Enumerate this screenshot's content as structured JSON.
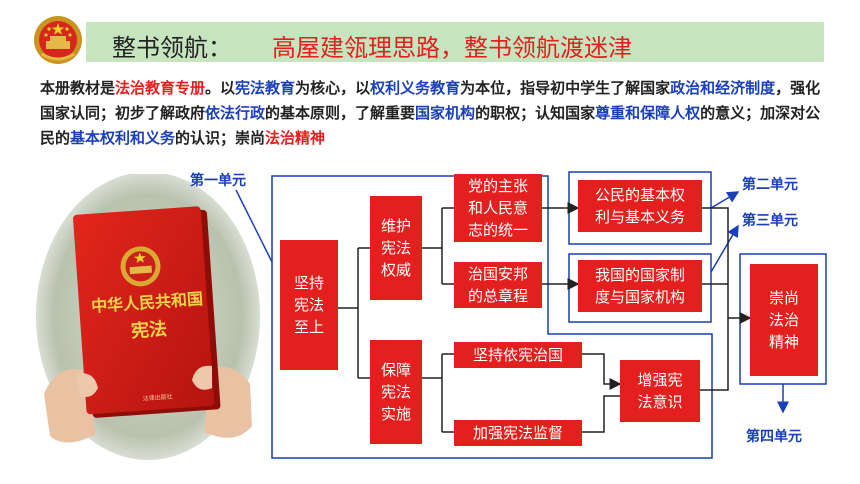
{
  "header": {
    "title": "整书领航：",
    "subtitle": "高屋建瓴理思路，整书领航渡迷津"
  },
  "intro": {
    "segments": [
      {
        "text": "本册教材是",
        "style": "plain"
      },
      {
        "text": "法治教育专册",
        "style": "red"
      },
      {
        "text": "。以",
        "style": "plain"
      },
      {
        "text": "宪法教育",
        "style": "blue"
      },
      {
        "text": "为核心，以",
        "style": "plain"
      },
      {
        "text": "权利义务教育",
        "style": "blue"
      },
      {
        "text": "为本位，指导初中学生了解国家",
        "style": "plain"
      },
      {
        "text": "政治和经济制度",
        "style": "blue"
      },
      {
        "text": "，强化国家认同；初步了解政府",
        "style": "plain"
      },
      {
        "text": "依法行政",
        "style": "blue"
      },
      {
        "text": "的基本原则，了解重要",
        "style": "plain"
      },
      {
        "text": "国家机构",
        "style": "blue"
      },
      {
        "text": "的职权；认知国家",
        "style": "plain"
      },
      {
        "text": "尊重和保障人权",
        "style": "blue"
      },
      {
        "text": "的意义；加深对公民的",
        "style": "plain"
      },
      {
        "text": "基本权利和义务",
        "style": "blue"
      },
      {
        "text": "的认识；崇尚",
        "style": "plain"
      },
      {
        "text": "法治精神",
        "style": "red"
      }
    ]
  },
  "book": {
    "cover_title": "中华人民共和国",
    "cover_subtitle": "宪法",
    "publisher": "法律出版社"
  },
  "diagram": {
    "root": "坚持\n宪法\n至上",
    "branch_a": "维护\n宪法\n权威",
    "branch_b": "保障\n宪法\n实施",
    "a1": "党的主张\n和人民意\n志的统一",
    "a2": "治国安邦\n的总章程",
    "b1": "坚持依宪治国",
    "b2": "加强宪法监督",
    "unit2_box": "公民的基本权\n利与基本义务",
    "unit3_box": "我国的国家制\n度与国家机构",
    "b_result": "增强宪\n法意识",
    "final": "崇尚\n法治\n精神",
    "unit_labels": {
      "u1": "第一单元",
      "u2": "第二单元",
      "u3": "第三单元",
      "u4": "第四单元"
    }
  },
  "colors": {
    "red": "#e4201f",
    "blue": "#1a3fb8",
    "title_bar": "#c6e5bf"
  },
  "icons": {
    "emblem": "national-emblem-icon"
  }
}
